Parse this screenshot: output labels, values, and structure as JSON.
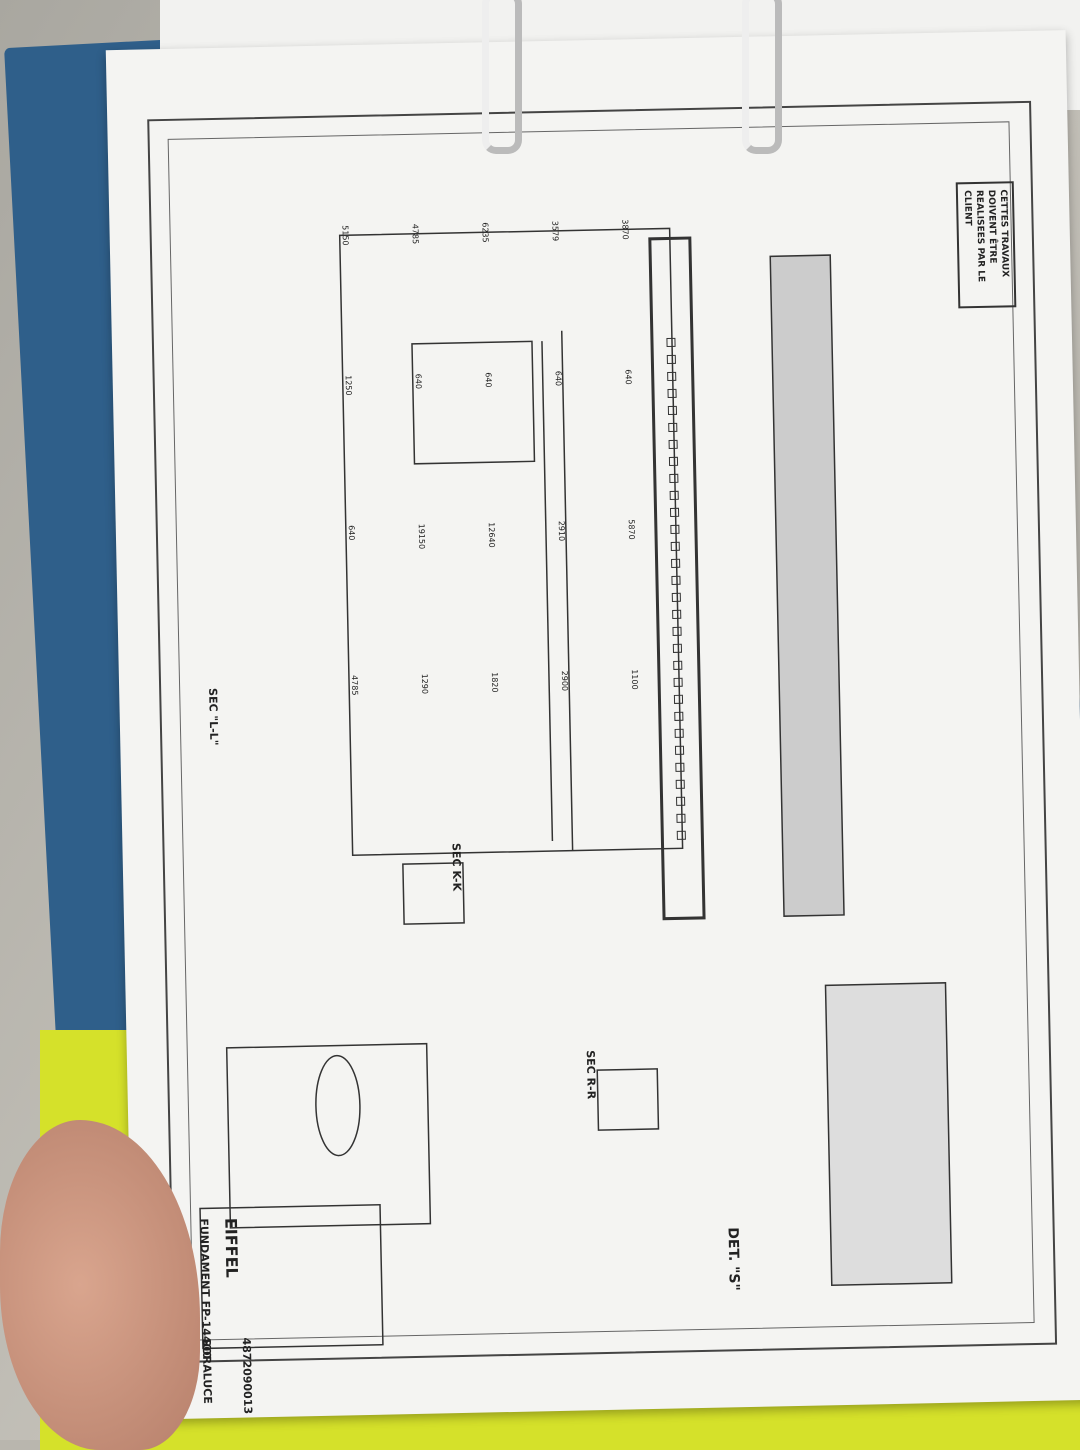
{
  "note": "CETTES TRAVAUX DOIVENT ÊTRE REALISEES PAR LE CLIENT",
  "sections": {
    "kk": "SEC K-K",
    "rr": "SEC R-R",
    "ll": "SEC \"L-L\"",
    "det_s": "DET. \"S\""
  },
  "title_block": {
    "drawing_title": "FUNDAMENT FP-14400",
    "company": "EIFFEL",
    "brand": "SORALUCE",
    "drawing_number": "4872090013"
  },
  "dimensions": [
    "5150",
    "4785",
    "6235",
    "3579",
    "3870",
    "1250",
    "640",
    "640",
    "640",
    "640",
    "640",
    "19150",
    "12640",
    "2910",
    "5870",
    "4785",
    "1290",
    "1820",
    "2900",
    "1100"
  ],
  "colors": {
    "paper": "#f4f4f2",
    "binder": "#2f5f8a",
    "lines": "#333333"
  }
}
